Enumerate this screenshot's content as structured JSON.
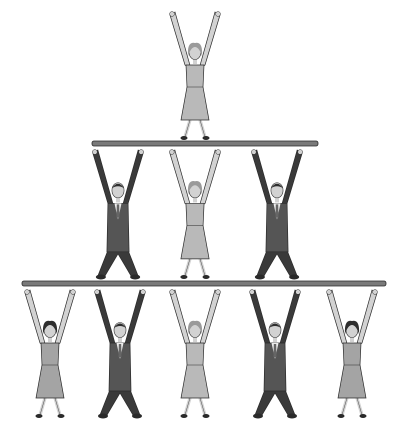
{
  "illustration": {
    "subject": "human-pyramid-of-office-workers",
    "background_color": "#ffffff",
    "colors": {
      "bar": "#7a7a7a",
      "dress_light": "#b9b9b9",
      "dress_mid": "#a4a4a4",
      "suit_dark": "#3a3a3a",
      "suit_mid": "#555555",
      "skin": "#d2d2d2",
      "hair_light": "#9a9a9a",
      "hair_dark": "#2e2e2e",
      "outline": "#2a2a2a",
      "shirt": "#ececec"
    },
    "tiers": [
      {
        "name": "top",
        "figures": [
          {
            "kind": "woman-dress",
            "hair": "light"
          }
        ]
      },
      {
        "name": "middle",
        "figures": [
          {
            "kind": "man-suit",
            "hair": "dark"
          },
          {
            "kind": "woman-dress",
            "hair": "light"
          },
          {
            "kind": "man-suit",
            "hair": "dark"
          }
        ]
      },
      {
        "name": "bottom",
        "figures": [
          {
            "kind": "woman-dress",
            "hair": "dark"
          },
          {
            "kind": "man-suit",
            "hair": "dark"
          },
          {
            "kind": "woman-dress",
            "hair": "light"
          },
          {
            "kind": "man-suit",
            "hair": "dark"
          },
          {
            "kind": "woman-dress",
            "hair": "dark"
          }
        ]
      }
    ]
  }
}
